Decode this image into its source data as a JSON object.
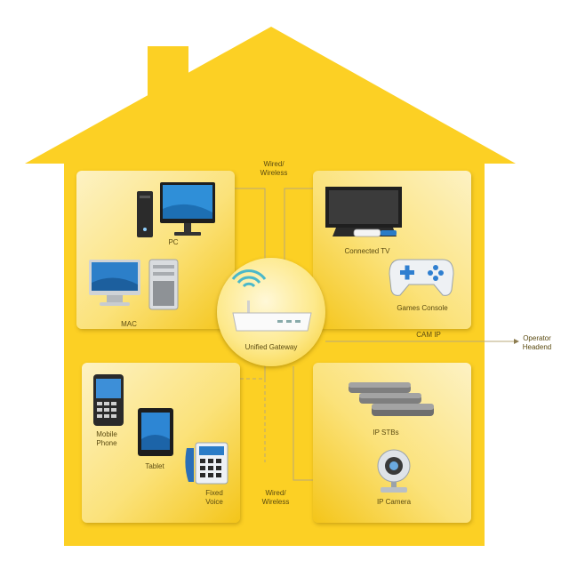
{
  "colors": {
    "house": "#fcd024",
    "panel_light": "#fdf2c4",
    "panel_dark": "#f4c519",
    "line": "#b9a87a",
    "label": "#5a4a10"
  },
  "labels": {
    "wired_wireless_top": [
      "Wired/",
      "Wireless"
    ],
    "wired_wireless_bottom": [
      "Wired/",
      "Wireless"
    ],
    "pc": "PC",
    "mac": "MAC",
    "connected_tv": "Connected TV",
    "games_console": "Games Console",
    "gateway": "Unified Gateway",
    "cam_ip": "CAM IP",
    "operator_headend": [
      "Operator",
      "Headend"
    ],
    "mobile_phone": [
      "Mobile",
      "Phone"
    ],
    "tablet": "Tablet",
    "fixed_voice": [
      "Fixed",
      "Voice"
    ],
    "ip_stbs": "IP STBs",
    "ip_camera": "IP Camera"
  },
  "icons": [
    "pc-monitor-icon",
    "pc-tower-icon",
    "mac-laptop-icon",
    "mac-tower-icon",
    "tv-icon",
    "media-stick-icon",
    "gamepad-icon",
    "router-icon",
    "wifi-icon",
    "mobile-phone-icon",
    "tablet-icon",
    "desk-phone-icon",
    "set-top-box-icon",
    "webcam-icon"
  ]
}
